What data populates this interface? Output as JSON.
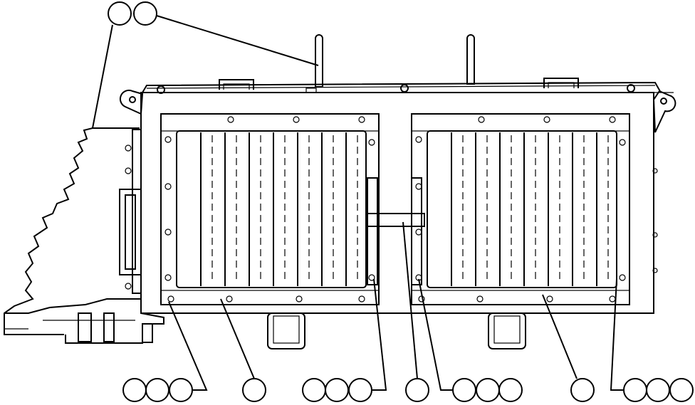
{
  "drawing": {
    "line_color": "#000000",
    "background": "#ffffff",
    "callout_groups": [
      {
        "name": "top-callouts",
        "count": 2
      },
      {
        "name": "bottom-left-callouts",
        "count": 3
      },
      {
        "name": "frame-left-callout",
        "count": 1
      },
      {
        "name": "panel-left-callouts",
        "count": 3
      },
      {
        "name": "connector-callout",
        "count": 1
      },
      {
        "name": "panel-right-callouts",
        "count": 3
      },
      {
        "name": "frame-right-callout",
        "count": 1
      },
      {
        "name": "bottom-right-callouts",
        "count": 3
      }
    ]
  }
}
